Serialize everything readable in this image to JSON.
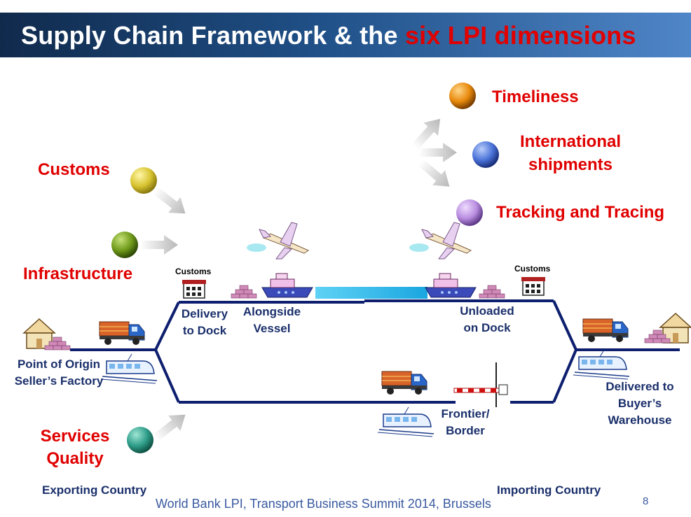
{
  "title": {
    "main": "Supply Chain Framework & the ",
    "highlight": "six LPI dimensions"
  },
  "dimensions": {
    "customs": "Customs",
    "infrastructure": "Infrastructure",
    "services_quality": [
      "Services",
      "Quality"
    ],
    "timeliness": "Timeliness",
    "international_shipments": [
      "International",
      "shipments"
    ],
    "tracking": "Tracking and Tracing"
  },
  "stages": {
    "origin": [
      "Point of Origin",
      "Seller’s Factory"
    ],
    "delivery_to_dock": [
      "Delivery",
      "to Dock"
    ],
    "alongside_vessel": [
      "Alongside",
      "Vessel"
    ],
    "unloaded_on_dock": [
      "Unloaded",
      "on Dock"
    ],
    "frontier_border": [
      "Frontier/",
      "Border"
    ],
    "delivered": [
      "Delivered to",
      "Buyer’s",
      "Warehouse"
    ]
  },
  "building_labels": {
    "customs_export": "Customs",
    "customs_import": "Customs"
  },
  "regions": {
    "exporting": "Exporting Country",
    "importing": "Importing Country"
  },
  "footer": {
    "source": "World Bank LPI, Transport Business Summit 2014, Brussels",
    "page_number": "8"
  },
  "colors": {
    "customs_ball": "#d8c431",
    "infrastructure_ball": "#6f9a1a",
    "services_ball": "#2f9e8a",
    "timeliness_ball": "#e88a0c",
    "international_ball": "#4a72d8",
    "tracking_ball": "#b98de0",
    "route_line": "#0d1f6e",
    "accent_red": "#e00000"
  }
}
